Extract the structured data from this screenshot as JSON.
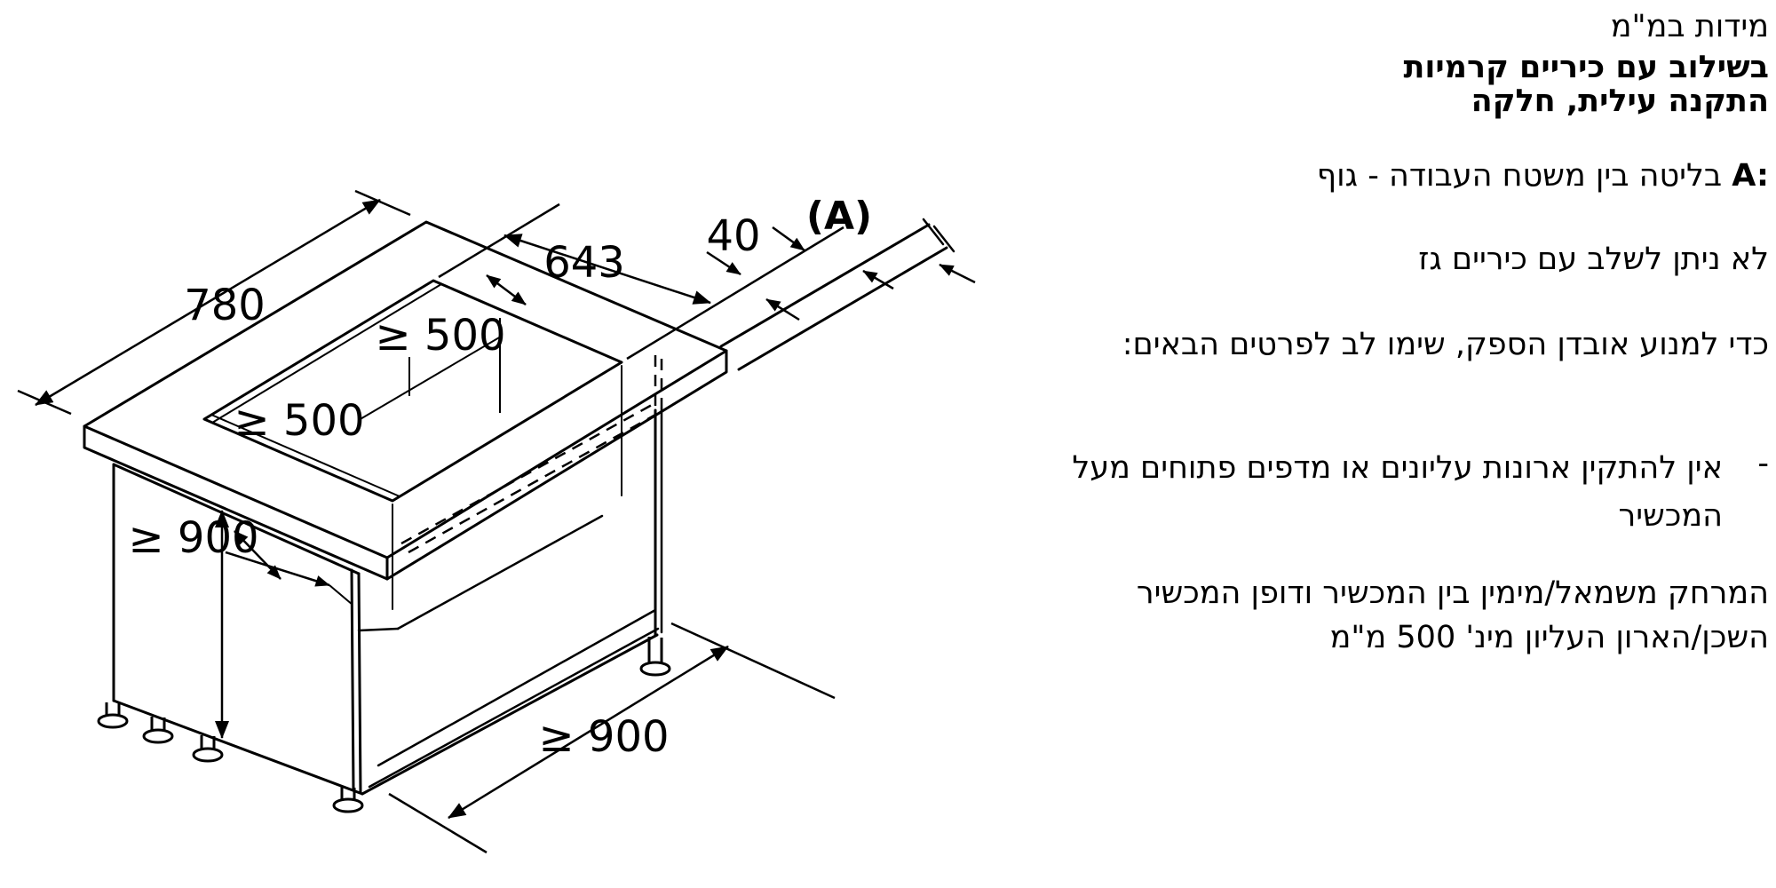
{
  "page": {
    "background": "#ffffff",
    "line_color": "#000000",
    "text_color": "#000000"
  },
  "diagram": {
    "type": "isometric-installation-drawing",
    "dims": {
      "d780": "780",
      "d643": "643",
      "d40": "40",
      "dA": "(A)",
      "d500_rear": "≥ 500",
      "d500_front": "≥ 500",
      "d900_height": "≥ 900",
      "d900_depth": "≥ 900"
    }
  },
  "notes": {
    "units_line": "מידות במ\"מ",
    "title_line1": "בשילוב עם כיריים קרמיות",
    "title_line2": "התקנה עילית, חלקה",
    "item_a_label": "A:",
    "item_a_text": "בליטה בין משטח העבודה - גוף",
    "no_gas_line": "לא ניתן לשלב עם כיריים גז",
    "power_loss_line": "כדי למנוע אובדן הספק, שימו לב לפרטים הבאים:",
    "bullet_marker": "-",
    "bullet_text": "אין להתקין ארונות עליונים או מדפים פתוחים מעל המכשיר",
    "distance_text": "המרחק משמאל/מימין בין המכשיר ודופן המכשיר השכן/הארון העליון מינ' 500 מ\"מ"
  }
}
